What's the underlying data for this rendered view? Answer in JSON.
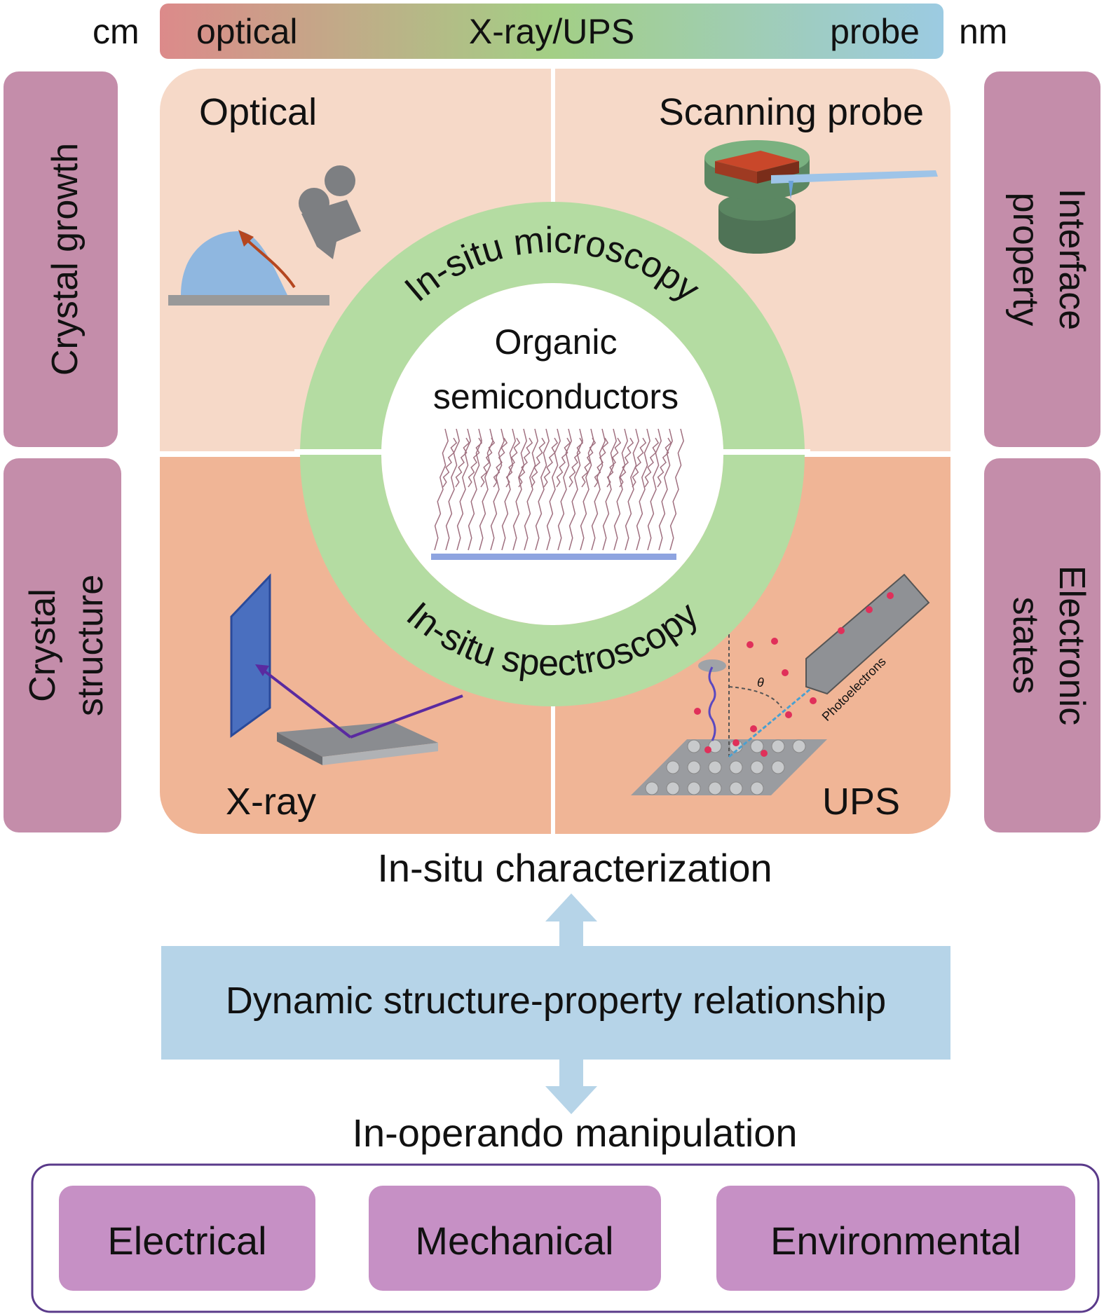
{
  "scale_bar": {
    "left_unit": "cm",
    "right_unit": "nm",
    "labels": [
      "optical",
      "X-ray/UPS",
      "probe"
    ],
    "gradient_colors": [
      "#dc8a8a",
      "#a3cf85",
      "#9ccbe2"
    ]
  },
  "side_labels": {
    "left_top": "Crystal growth",
    "left_bottom": [
      "Crystal",
      "structure"
    ],
    "right_top": [
      "Interface",
      "property"
    ],
    "right_bottom": [
      "Electronic",
      "states"
    ]
  },
  "quadrants": {
    "top_left": "Optical",
    "top_right": "Scanning probe",
    "bottom_left": "X-ray",
    "bottom_right": "UPS"
  },
  "ring": {
    "top_text": "In-situ microscopy",
    "bottom_text": "In-situ spectroscopy",
    "center_lines": [
      "Organic",
      "semiconductors"
    ]
  },
  "ups_figure": {
    "angle_label": "θ",
    "detector_label": "Photoelectrons"
  },
  "flow": {
    "top_label": "In-situ characterization",
    "center_label": "Dynamic structure-property relationship",
    "bottom_label": "In-operando manipulation"
  },
  "manipulation_items": [
    "Electrical",
    "Mechanical",
    "Environmental"
  ],
  "colors": {
    "side_box": "#c48daa",
    "top_quadrant": "#f6d9c8",
    "bottom_quadrant": "#f0b596",
    "ring": "#b4dca2",
    "flow_box": "#b6d4e8",
    "manipulation_box": "#c690c5",
    "outline": "#5a3a8a"
  }
}
